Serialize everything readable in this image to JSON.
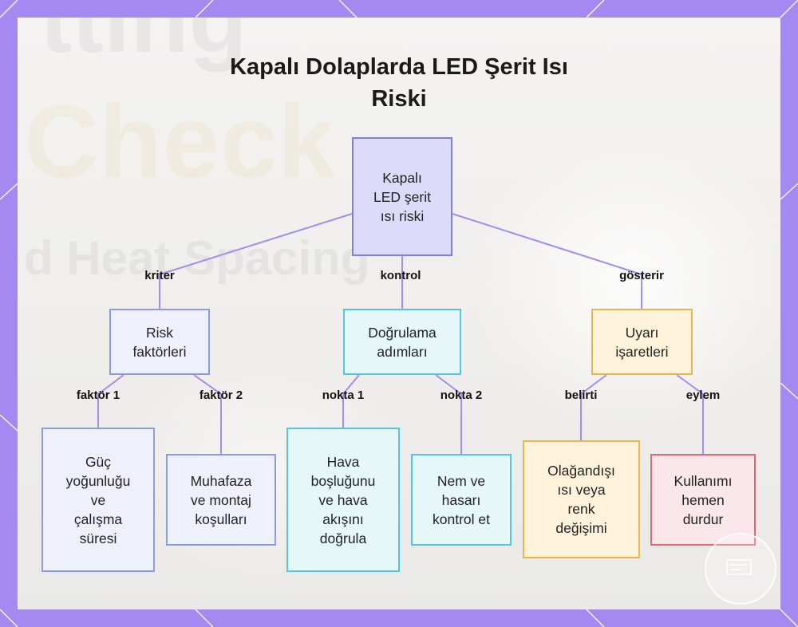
{
  "title_lines": [
    "Kapalı Dolaplarda LED Şerit Isı",
    "Riski"
  ],
  "background_text": [
    "tting",
    "Check",
    "d Heat Spacing"
  ],
  "colors": {
    "page_frame": "#a48af0",
    "edge": "#a78bf0",
    "root": {
      "fill": "#dcdcfa",
      "border": "#7f7fd8"
    },
    "risk": {
      "fill": "#eef1fc",
      "border": "#8c9ade"
    },
    "verify": {
      "fill": "#e6f7fa",
      "border": "#52c6da"
    },
    "warning": {
      "fill": "#fff3dc",
      "border": "#e8b649"
    },
    "stop": {
      "fill": "#fbe7ea",
      "border": "#e06679"
    }
  },
  "nodes": [
    {
      "id": "root",
      "lines": [
        "Kapalı",
        "LED şerit",
        "ısı riski"
      ],
      "style": "root"
    },
    {
      "id": "risk",
      "lines": [
        "Risk",
        "faktörleri"
      ],
      "style": "risk"
    },
    {
      "id": "verify",
      "lines": [
        "Doğrulama",
        "adımları"
      ],
      "style": "verify"
    },
    {
      "id": "warn",
      "lines": [
        "Uyarı",
        "işaretleri"
      ],
      "style": "warning"
    },
    {
      "id": "power",
      "lines": [
        "Güç",
        "yoğunluğu",
        "ve",
        "çalışma",
        "süresi"
      ],
      "style": "risk"
    },
    {
      "id": "mount",
      "lines": [
        "Muhafaza",
        "ve montaj",
        "koşulları"
      ],
      "style": "risk"
    },
    {
      "id": "air",
      "lines": [
        "Hava",
        "boşluğunu",
        "ve hava",
        "akışını",
        "doğrula"
      ],
      "style": "verify"
    },
    {
      "id": "damp",
      "lines": [
        "Nem ve",
        "hasarı",
        "kontrol et"
      ],
      "style": "verify"
    },
    {
      "id": "odd",
      "lines": [
        "Olağandışı",
        "ısı veya",
        "renk",
        "değişimi"
      ],
      "style": "warning"
    },
    {
      "id": "halt",
      "lines": [
        "Kullanımı",
        "hemen",
        "durdur"
      ],
      "style": "stop"
    }
  ],
  "edges": [
    {
      "from": "root",
      "to": "risk",
      "label": "kriter"
    },
    {
      "from": "root",
      "to": "verify",
      "label": "kontrol"
    },
    {
      "from": "root",
      "to": "warn",
      "label": "gösterir"
    },
    {
      "from": "risk",
      "to": "power",
      "label": "faktör 1"
    },
    {
      "from": "risk",
      "to": "mount",
      "label": "faktör 2"
    },
    {
      "from": "verify",
      "to": "air",
      "label": "nokta 1"
    },
    {
      "from": "verify",
      "to": "damp",
      "label": "nokta 2"
    },
    {
      "from": "warn",
      "to": "odd",
      "label": "belirti"
    },
    {
      "from": "warn",
      "to": "halt",
      "label": "eylem"
    }
  ]
}
